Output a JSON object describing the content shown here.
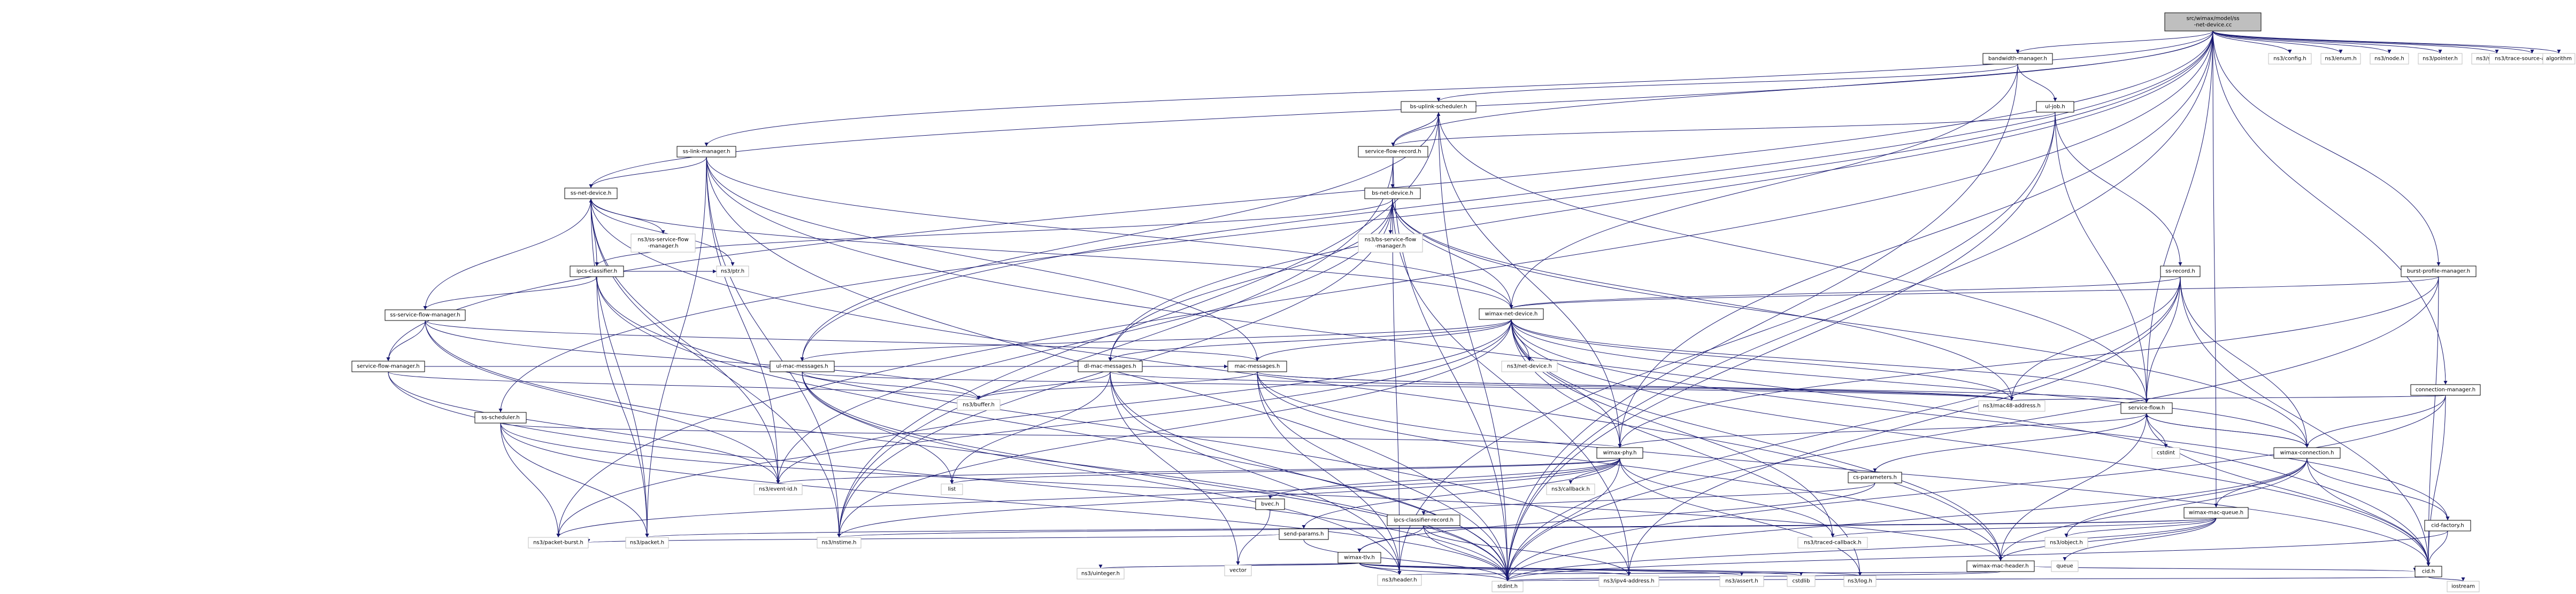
{
  "diagram": {
    "root": {
      "id": "root",
      "lines": [
        "src/wimax/model/ss",
        "-net-device.cc"
      ]
    },
    "nodes": [
      {
        "id": "bandwidth-manager.h",
        "label": "bandwidth-manager.h",
        "external": false
      },
      {
        "id": "ns3/config.h",
        "label": "ns3/config.h",
        "external": true
      },
      {
        "id": "ns3/enum.h",
        "label": "ns3/enum.h",
        "external": true
      },
      {
        "id": "ns3/node.h",
        "label": "ns3/node.h",
        "external": true
      },
      {
        "id": "ns3/pointer.h",
        "label": "ns3/pointer.h",
        "external": true
      },
      {
        "id": "ns3/simulator.h",
        "label": "ns3/simulator.h",
        "external": true
      },
      {
        "id": "ns3/trace-source-accessor.h",
        "label": "ns3/trace-source-accessor.h",
        "external": true
      },
      {
        "id": "algorithm",
        "label": "algorithm",
        "external": true
      },
      {
        "id": "bs-uplink-scheduler.h",
        "label": "bs-uplink-scheduler.h",
        "external": false
      },
      {
        "id": "ul-job.h",
        "label": "ul-job.h",
        "external": false
      },
      {
        "id": "ss-link-manager.h",
        "label": "ss-link-manager.h",
        "external": false
      },
      {
        "id": "service-flow-record.h",
        "label": "service-flow-record.h",
        "external": false
      },
      {
        "id": "bs-net-device.h",
        "label": "bs-net-device.h",
        "external": false
      },
      {
        "id": "ss-net-device.h",
        "label": "ss-net-device.h",
        "external": false
      },
      {
        "id": "ns3/bs-service-flow-manager.h",
        "label": "ns3/bs-service-flow\n-manager.h",
        "external": true
      },
      {
        "id": "ns3/ss-service-flow-manager.h",
        "label": "ns3/ss-service-flow\n-manager.h",
        "external": true
      },
      {
        "id": "ipcs-classifier.h",
        "label": "ipcs-classifier.h",
        "external": false
      },
      {
        "id": "ss-service-flow-manager.h",
        "label": "ss-service-flow-manager.h",
        "external": false
      },
      {
        "id": "service-flow-manager.h",
        "label": "service-flow-manager.h",
        "external": false
      },
      {
        "id": "ns3/ptr.h",
        "label": "ns3/ptr.h",
        "external": true
      },
      {
        "id": "ss-record.h",
        "label": "ss-record.h",
        "external": false
      },
      {
        "id": "burst-profile-manager.h",
        "label": "burst-profile-manager.h",
        "external": false
      },
      {
        "id": "wimax-net-device.h",
        "label": "wimax-net-device.h",
        "external": false
      },
      {
        "id": "ns3/net-device.h",
        "label": "ns3/net-device.h",
        "external": true
      },
      {
        "id": "ul-mac-messages.h",
        "label": "ul-mac-messages.h",
        "external": false
      },
      {
        "id": "dl-mac-messages.h",
        "label": "dl-mac-messages.h",
        "external": false
      },
      {
        "id": "mac-messages.h",
        "label": "mac-messages.h",
        "external": false
      },
      {
        "id": "connection-manager.h",
        "label": "connection-manager.h",
        "external": false
      },
      {
        "id": "ss-scheduler.h",
        "label": "ss-scheduler.h",
        "external": false
      },
      {
        "id": "ns3/buffer.h",
        "label": "ns3/buffer.h",
        "external": true
      },
      {
        "id": "ns3/mac48-address.h",
        "label": "ns3/mac48-address.h",
        "external": true
      },
      {
        "id": "service-flow.h",
        "label": "service-flow.h",
        "external": false
      },
      {
        "id": "wimax-phy.h",
        "label": "wimax-phy.h",
        "external": false
      },
      {
        "id": "wimax-connection.h",
        "label": "wimax-connection.h",
        "external": false
      },
      {
        "id": "cstdint",
        "label": "cstdint",
        "external": true
      },
      {
        "id": "cs-parameters.h",
        "label": "cs-parameters.h",
        "external": false
      },
      {
        "id": "ns3/event-id.h",
        "label": "ns3/event-id.h",
        "external": true
      },
      {
        "id": "list",
        "label": "list",
        "external": true
      },
      {
        "id": "ns3/callback.h",
        "label": "ns3/callback.h",
        "external": true
      },
      {
        "id": "bvec.h",
        "label": "bvec.h",
        "external": false
      },
      {
        "id": "send-params.h",
        "label": "send-params.h",
        "external": false
      },
      {
        "id": "ipcs-classifier-record.h",
        "label": "ipcs-classifier-record.h",
        "external": false
      },
      {
        "id": "wimax-mac-queue.h",
        "label": "wimax-mac-queue.h",
        "external": false
      },
      {
        "id": "cid-factory.h",
        "label": "cid-factory.h",
        "external": false
      },
      {
        "id": "ns3/packet-burst.h",
        "label": "ns3/packet-burst.h",
        "external": true
      },
      {
        "id": "ns3/packet.h",
        "label": "ns3/packet.h",
        "external": true
      },
      {
        "id": "ns3/nstime.h",
        "label": "ns3/nstime.h",
        "external": true
      },
      {
        "id": "wimax-tlv.h",
        "label": "wimax-tlv.h",
        "external": false
      },
      {
        "id": "ns3/traced-callback.h",
        "label": "ns3/traced-callback.h",
        "external": true
      },
      {
        "id": "ns3/object.h",
        "label": "ns3/object.h",
        "external": true
      },
      {
        "id": "queue",
        "label": "queue",
        "external": true
      },
      {
        "id": "wimax-mac-header.h",
        "label": "wimax-mac-header.h",
        "external": false
      },
      {
        "id": "ns3/uinteger.h",
        "label": "ns3/uinteger.h",
        "external": true
      },
      {
        "id": "vector",
        "label": "vector",
        "external": true
      },
      {
        "id": "ns3/header.h",
        "label": "ns3/header.h",
        "external": true
      },
      {
        "id": "ns3/ipv4-address.h",
        "label": "ns3/ipv4-address.h",
        "external": true
      },
      {
        "id": "ns3/assert.h",
        "label": "ns3/assert.h",
        "external": true
      },
      {
        "id": "cstdlib",
        "label": "cstdlib",
        "external": true
      },
      {
        "id": "ns3/log.h",
        "label": "ns3/log.h",
        "external": true
      },
      {
        "id": "cid.h",
        "label": "cid.h",
        "external": false
      },
      {
        "id": "stdint.h",
        "label": "stdint.h",
        "external": true
      },
      {
        "id": "iostream",
        "label": "iostream",
        "external": true
      }
    ],
    "edges": [
      [
        "root",
        "bandwidth-manager.h"
      ],
      [
        "root",
        "ns3/config.h"
      ],
      [
        "root",
        "ns3/enum.h"
      ],
      [
        "root",
        "ns3/node.h"
      ],
      [
        "root",
        "ns3/pointer.h"
      ],
      [
        "root",
        "ns3/simulator.h"
      ],
      [
        "root",
        "ns3/trace-source-accessor.h"
      ],
      [
        "root",
        "algorithm"
      ],
      [
        "root",
        "ss-link-manager.h"
      ],
      [
        "root",
        "service-flow-record.h"
      ],
      [
        "root",
        "ss-net-device.h"
      ],
      [
        "root",
        "burst-profile-manager.h"
      ],
      [
        "root",
        "ul-mac-messages.h"
      ],
      [
        "root",
        "dl-mac-messages.h"
      ],
      [
        "root",
        "connection-manager.h"
      ],
      [
        "root",
        "ss-scheduler.h"
      ],
      [
        "root",
        "service-flow-manager.h"
      ],
      [
        "root",
        "service-flow.h"
      ],
      [
        "root",
        "wimax-phy.h"
      ],
      [
        "root",
        "wimax-mac-queue.h"
      ],
      [
        "root",
        "ns3/packet-burst.h"
      ],
      [
        "root",
        "stdint.h"
      ],
      [
        "bandwidth-manager.h",
        "bs-uplink-scheduler.h"
      ],
      [
        "bandwidth-manager.h",
        "ul-job.h"
      ],
      [
        "bandwidth-manager.h",
        "wimax-net-device.h"
      ],
      [
        "bandwidth-manager.h",
        "stdint.h"
      ],
      [
        "bandwidth-manager.h",
        "bs-uplink-scheduler.h"
      ],
      [
        "bs-uplink-scheduler.h",
        "service-flow-record.h"
      ],
      [
        "bs-uplink-scheduler.h",
        "ul-mac-messages.h"
      ],
      [
        "bs-uplink-scheduler.h",
        "wimax-phy.h"
      ],
      [
        "bs-uplink-scheduler.h",
        "service-flow.h"
      ],
      [
        "bs-uplink-scheduler.h",
        "ns3/nstime.h"
      ],
      [
        "bs-uplink-scheduler.h",
        "stdint.h"
      ],
      [
        "ul-job.h",
        "service-flow-record.h"
      ],
      [
        "ul-job.h",
        "ss-record.h"
      ],
      [
        "ul-job.h",
        "service-flow.h"
      ],
      [
        "ul-job.h",
        "ns3/header.h"
      ],
      [
        "ul-job.h",
        "stdint.h"
      ],
      [
        "ss-link-manager.h",
        "ss-net-device.h"
      ],
      [
        "ss-link-manager.h",
        "wimax-net-device.h"
      ],
      [
        "ss-link-manager.h",
        "mac-messages.h"
      ],
      [
        "ss-link-manager.h",
        "ns3/event-id.h"
      ],
      [
        "ss-link-manager.h",
        "ns3/nstime.h"
      ],
      [
        "ss-link-manager.h",
        "stdint.h"
      ],
      [
        "ss-link-manager.h",
        "cid.h"
      ],
      [
        "ss-link-manager.h",
        "ns3/packet.h"
      ],
      [
        "service-flow-record.h",
        "bs-net-device.h"
      ],
      [
        "service-flow-record.h",
        "ns3/nstime.h"
      ],
      [
        "service-flow-record.h",
        "bs-uplink-scheduler.h"
      ],
      [
        "service-flow-record.h",
        "stdint.h"
      ],
      [
        "bs-net-device.h",
        "ns3/bs-service-flow-manager.h"
      ],
      [
        "bs-net-device.h",
        "ipcs-classifier.h"
      ],
      [
        "bs-net-device.h",
        "wimax-net-device.h"
      ],
      [
        "bs-net-device.h",
        "dl-mac-messages.h"
      ],
      [
        "bs-net-device.h",
        "ns3/mac48-address.h"
      ],
      [
        "bs-net-device.h",
        "wimax-connection.h"
      ],
      [
        "bs-net-device.h",
        "ns3/event-id.h"
      ],
      [
        "bs-net-device.h",
        "ns3/nstime.h"
      ],
      [
        "bs-net-device.h",
        "ns3/ipv4-address.h"
      ],
      [
        "bs-net-device.h",
        "ns3/header.h"
      ],
      [
        "ss-net-device.h",
        "ns3/ss-service-flow-manager.h"
      ],
      [
        "ss-net-device.h",
        "ipcs-classifier.h"
      ],
      [
        "ss-net-device.h",
        "wimax-net-device.h"
      ],
      [
        "ss-net-device.h",
        "ns3/event-id.h"
      ],
      [
        "ss-net-device.h",
        "ns3/nstime.h"
      ],
      [
        "ss-net-device.h",
        "ns3/ptr.h"
      ],
      [
        "ss-net-device.h",
        "wimax-mac-header.h"
      ],
      [
        "ss-net-device.h",
        "ns3/packet.h"
      ],
      [
        "ipcs-classifier.h",
        "ss-service-flow-manager.h"
      ],
      [
        "ipcs-classifier.h",
        "ns3/ptr.h"
      ],
      [
        "ipcs-classifier.h",
        "stdint.h"
      ],
      [
        "ipcs-classifier.h",
        "ns3/packet.h"
      ],
      [
        "ipcs-classifier.h",
        "ns3/ipv4-address.h"
      ],
      [
        "ss-service-flow-manager.h",
        "service-flow-manager.h"
      ],
      [
        "ss-service-flow-manager.h",
        "ss-net-device.h"
      ],
      [
        "ss-service-flow-manager.h",
        "mac-messages.h"
      ],
      [
        "ss-service-flow-manager.h",
        "ns3/event-id.h"
      ],
      [
        "ss-service-flow-manager.h",
        "ns3/buffer.h"
      ],
      [
        "ss-service-flow-manager.h",
        "stdint.h"
      ],
      [
        "service-flow-manager.h",
        "mac-messages.h"
      ],
      [
        "service-flow-manager.h",
        "ns3/buffer.h"
      ],
      [
        "service-flow-manager.h",
        "ns3/event-id.h"
      ],
      [
        "service-flow-manager.h",
        "stdint.h"
      ],
      [
        "ss-record.h",
        "wimax-net-device.h"
      ],
      [
        "ss-record.h",
        "ns3/mac48-address.h"
      ],
      [
        "ss-record.h",
        "service-flow.h"
      ],
      [
        "ss-record.h",
        "wimax-connection.h"
      ],
      [
        "ss-record.h",
        "cid.h"
      ],
      [
        "ss-record.h",
        "ns3/ipv4-address.h"
      ],
      [
        "ss-record.h",
        "stdint.h"
      ],
      [
        "burst-profile-manager.h",
        "wimax-net-device.h"
      ],
      [
        "burst-profile-manager.h",
        "cid.h"
      ],
      [
        "burst-profile-manager.h",
        "stdint.h"
      ],
      [
        "burst-profile-manager.h",
        "wimax-phy.h"
      ],
      [
        "wimax-net-device.h",
        "ns3/net-device.h"
      ],
      [
        "wimax-net-device.h",
        "ul-mac-messages.h"
      ],
      [
        "wimax-net-device.h",
        "dl-mac-messages.h"
      ],
      [
        "wimax-net-device.h",
        "mac-messages.h"
      ],
      [
        "wimax-net-device.h",
        "ns3/mac48-address.h"
      ],
      [
        "wimax-net-device.h",
        "service-flow.h"
      ],
      [
        "wimax-net-device.h",
        "wimax-phy.h"
      ],
      [
        "wimax-net-device.h",
        "wimax-connection.h"
      ],
      [
        "wimax-net-device.h",
        "cid-factory.h"
      ],
      [
        "wimax-net-device.h",
        "ns3/traced-callback.h"
      ],
      [
        "wimax-net-device.h",
        "ns3/nstime.h"
      ],
      [
        "wimax-net-device.h",
        "ns3/event-id.h"
      ],
      [
        "wimax-net-device.h",
        "ns3/log.h"
      ],
      [
        "wimax-net-device.h",
        "cid.h"
      ],
      [
        "wimax-net-device.h",
        "wimax-mac-header.h"
      ],
      [
        "wimax-net-device.h",
        "ns3/packet-burst.h"
      ],
      [
        "ul-mac-messages.h",
        "ns3/buffer.h"
      ],
      [
        "ul-mac-messages.h",
        "ns3/mac48-address.h"
      ],
      [
        "ul-mac-messages.h",
        "list"
      ],
      [
        "ul-mac-messages.h",
        "stdint.h"
      ],
      [
        "ul-mac-messages.h",
        "ns3/header.h"
      ],
      [
        "dl-mac-messages.h",
        "ns3/buffer.h"
      ],
      [
        "dl-mac-messages.h",
        "ns3/mac48-address.h"
      ],
      [
        "dl-mac-messages.h",
        "list"
      ],
      [
        "dl-mac-messages.h",
        "stdint.h"
      ],
      [
        "dl-mac-messages.h",
        "ns3/header.h"
      ],
      [
        "dl-mac-messages.h",
        "vector"
      ],
      [
        "mac-messages.h",
        "ns3/buffer.h"
      ],
      [
        "mac-messages.h",
        "service-flow.h"
      ],
      [
        "mac-messages.h",
        "ns3/mac48-address.h"
      ],
      [
        "mac-messages.h",
        "wimax-mac-header.h"
      ],
      [
        "mac-messages.h",
        "stdint.h"
      ],
      [
        "mac-messages.h",
        "ns3/header.h"
      ],
      [
        "mac-messages.h",
        "cid.h"
      ],
      [
        "connection-manager.h",
        "ns3/mac48-address.h"
      ],
      [
        "connection-manager.h",
        "wimax-connection.h"
      ],
      [
        "connection-manager.h",
        "cid.h"
      ],
      [
        "connection-manager.h",
        "stdint.h"
      ],
      [
        "ss-scheduler.h",
        "wimax-phy.h"
      ],
      [
        "ss-scheduler.h",
        "ns3/packet-burst.h"
      ],
      [
        "ss-scheduler.h",
        "ns3/packet.h"
      ],
      [
        "ss-scheduler.h",
        "wimax-mac-header.h"
      ],
      [
        "ss-scheduler.h",
        "stdint.h"
      ],
      [
        "service-flow.h",
        "cstdint"
      ],
      [
        "service-flow.h",
        "wimax-phy.h"
      ],
      [
        "service-flow.h",
        "cs-parameters.h"
      ],
      [
        "service-flow.h",
        "wimax-connection.h"
      ],
      [
        "service-flow.h",
        "wimax-mac-header.h"
      ],
      [
        "service-flow.h",
        "cid.h"
      ],
      [
        "wimax-phy.h",
        "ns3/event-id.h"
      ],
      [
        "wimax-phy.h",
        "list"
      ],
      [
        "wimax-phy.h",
        "ns3/callback.h"
      ],
      [
        "wimax-phy.h",
        "bvec.h"
      ],
      [
        "wimax-phy.h",
        "send-params.h"
      ],
      [
        "wimax-phy.h",
        "ns3/traced-callback.h"
      ],
      [
        "wimax-phy.h",
        "ns3/nstime.h"
      ],
      [
        "wimax-phy.h",
        "ns3/log.h"
      ],
      [
        "wimax-phy.h",
        "stdint.h"
      ],
      [
        "wimax-phy.h",
        "ns3/packet-burst.h"
      ],
      [
        "wimax-connection.h",
        "service-flow.h"
      ],
      [
        "wimax-connection.h",
        "cid-factory.h"
      ],
      [
        "wimax-connection.h",
        "wimax-mac-queue.h"
      ],
      [
        "wimax-connection.h",
        "wimax-mac-header.h"
      ],
      [
        "wimax-connection.h",
        "ns3/object.h"
      ],
      [
        "wimax-connection.h",
        "cid.h"
      ],
      [
        "wimax-connection.h",
        "stdint.h"
      ],
      [
        "cs-parameters.h",
        "ipcs-classifier-record.h"
      ],
      [
        "cs-parameters.h",
        "wimax-tlv.h"
      ],
      [
        "bvec.h",
        "vector"
      ],
      [
        "send-params.h",
        "stdint.h"
      ],
      [
        "send-params.h",
        "ns3/packet-burst.h"
      ],
      [
        "ipcs-classifier-record.h",
        "wimax-tlv.h"
      ],
      [
        "ipcs-classifier-record.h",
        "ns3/ipv4-address.h"
      ],
      [
        "ipcs-classifier-record.h",
        "stdint.h"
      ],
      [
        "wimax-mac-queue.h",
        "wimax-mac-header.h"
      ],
      [
        "wimax-mac-queue.h",
        "ns3/traced-callback.h"
      ],
      [
        "wimax-mac-queue.h",
        "ns3/object.h"
      ],
      [
        "wimax-mac-queue.h",
        "queue"
      ],
      [
        "wimax-mac-queue.h",
        "ns3/packet.h"
      ],
      [
        "wimax-mac-queue.h",
        "ns3/nstime.h"
      ],
      [
        "wimax-mac-queue.h",
        "stdint.h"
      ],
      [
        "cid-factory.h",
        "cid.h"
      ],
      [
        "cid-factory.h",
        "stdint.h"
      ],
      [
        "wimax-tlv.h",
        "ns3/uinteger.h"
      ],
      [
        "wimax-tlv.h",
        "vector"
      ],
      [
        "wimax-tlv.h",
        "ns3/header.h"
      ],
      [
        "wimax-tlv.h",
        "ns3/ipv4-address.h"
      ],
      [
        "wimax-tlv.h",
        "ns3/assert.h"
      ],
      [
        "wimax-tlv.h",
        "cstdlib"
      ],
      [
        "wimax-tlv.h",
        "ns3/log.h"
      ],
      [
        "wimax-tlv.h",
        "stdint.h"
      ],
      [
        "wimax-mac-header.h",
        "ns3/header.h"
      ],
      [
        "wimax-mac-header.h",
        "stdint.h"
      ],
      [
        "wimax-mac-header.h",
        "cid.h"
      ],
      [
        "cid.h",
        "stdint.h"
      ],
      [
        "cid.h",
        "iostream"
      ]
    ]
  }
}
